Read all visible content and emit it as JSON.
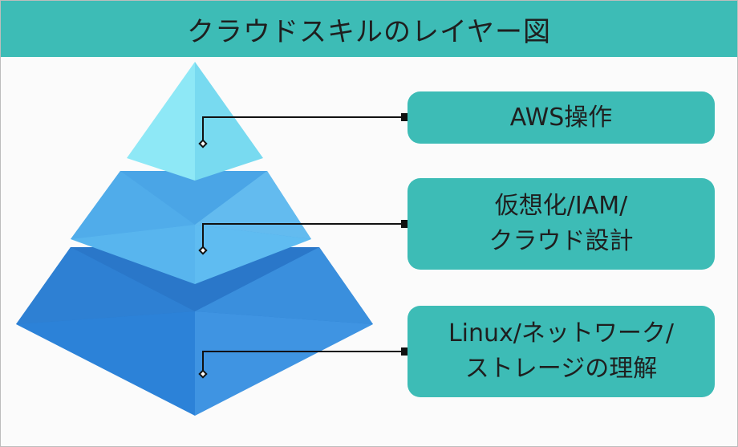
{
  "title": "クラウドスキルのレイヤー図",
  "colors": {
    "header": "#3dbcb6",
    "box": "#3dbcb6",
    "tier_top": "#8ee8f6",
    "tier_middle": "#56b6ee",
    "tier_bottom": "#2f87d8",
    "connector": "#111111"
  },
  "layers": [
    {
      "tier": "top",
      "lines": [
        "AWS操作"
      ]
    },
    {
      "tier": "middle",
      "lines": [
        "仮想化/IAM/",
        "クラウド設計"
      ]
    },
    {
      "tier": "bottom",
      "lines": [
        "Linux/ネットワーク/",
        "ストレージの理解"
      ]
    }
  ]
}
